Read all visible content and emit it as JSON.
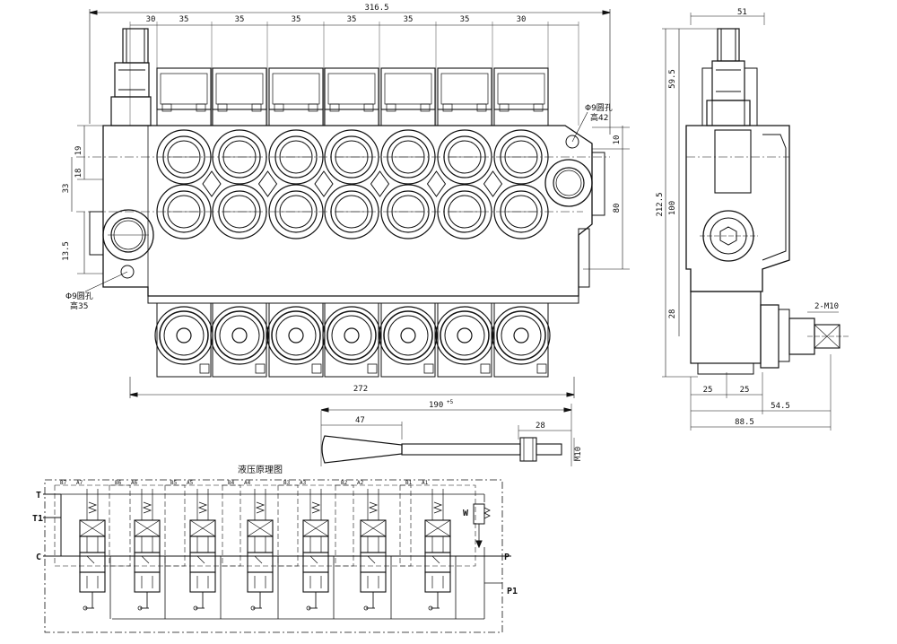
{
  "front_view": {
    "overall_width": "316.5",
    "spacings": [
      "30",
      "35",
      "35",
      "35",
      "35",
      "35",
      "35",
      "30"
    ],
    "left_dims": [
      "19",
      "18",
      "33",
      "13.5"
    ],
    "right_dims": [
      "10",
      "80"
    ],
    "hole_note_top": {
      "line1": "Φ9圆孔",
      "line2": "高42"
    },
    "hole_note_bottom": {
      "line1": "Φ9圆孔",
      "line2": "高35"
    },
    "bottom_width": "272"
  },
  "side_view": {
    "top_width": "51",
    "dims_vertical": [
      "59.5",
      "212.5",
      "100",
      "28"
    ],
    "thread_note": "2-M10",
    "dims_bottom": [
      "25",
      "25",
      "54.5",
      "88.5"
    ]
  },
  "handle": {
    "length": "190",
    "tolerance": "+5",
    "grip_length": "47",
    "end_length": "28",
    "thread": "M10"
  },
  "schematic": {
    "title": "液压原理图",
    "ports_left": [
      "T",
      "T1",
      "C"
    ],
    "ports_right": [
      "P",
      "P1"
    ],
    "relief_label": "W",
    "sections": [
      {
        "b": "B7",
        "a": "A7"
      },
      {
        "b": "B6",
        "a": "A6"
      },
      {
        "b": "B5",
        "a": "A5"
      },
      {
        "b": "B4",
        "a": "A4"
      },
      {
        "b": "B3",
        "a": "A3"
      },
      {
        "b": "B2",
        "a": "A2"
      },
      {
        "b": "B1",
        "a": "A1"
      }
    ]
  }
}
